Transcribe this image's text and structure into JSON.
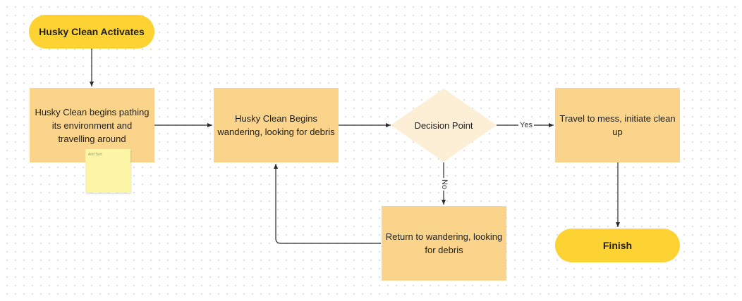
{
  "colors": {
    "terminal_fill": "#fdd233",
    "process_fill": "#f9d48a",
    "decision_fill": "#fdefd6",
    "sticky_fill": "#fdf5a6",
    "edge": "#2b2b2b"
  },
  "nodes": {
    "start": "Husky Clean Activates",
    "pathing": "Husky Clean begins pathing its environment and travelling around",
    "wandering": "Husky Clean Begins wandering, looking for debris",
    "decision": "Decision Point",
    "travel": "Travel to mess, initiate clean up",
    "return": "Return to wandering, looking for debris",
    "finish": "Finish"
  },
  "sticky_note": "Add Text",
  "edge_labels": {
    "yes": "Yes",
    "no": "No"
  }
}
